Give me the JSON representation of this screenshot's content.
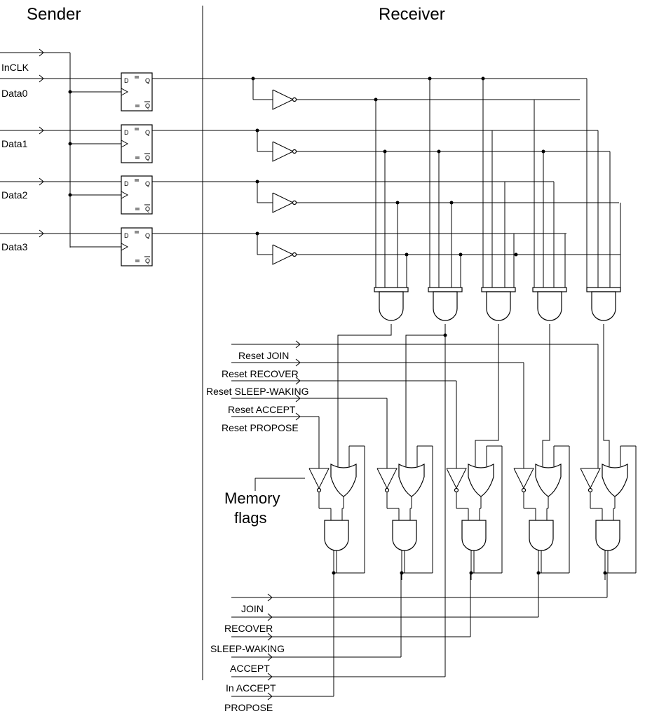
{
  "headings": {
    "sender": "Sender",
    "receiver": "Receiver"
  },
  "inputs": {
    "clock": "InCLK",
    "data": [
      "Data0",
      "Data1",
      "Data2",
      "Data3"
    ]
  },
  "flipflop_pins": {
    "d": "D",
    "q": "Q",
    "qbar": "Q"
  },
  "reset_labels": [
    "Reset JOIN",
    "Reset RECOVER",
    "Reset SLEEP-WAKING",
    "Reset ACCEPT",
    "Reset PROPOSE"
  ],
  "memory_label": [
    "Memory",
    "flags"
  ],
  "output_labels": [
    "JOIN",
    "RECOVER",
    "SLEEP-WAKING",
    "ACCEPT",
    "In ACCEPT",
    "PROPOSE"
  ]
}
